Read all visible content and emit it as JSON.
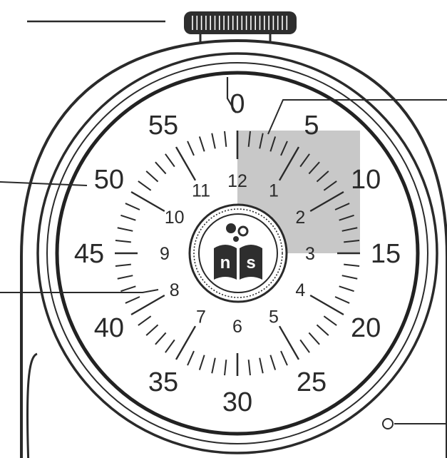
{
  "dial": {
    "minute_labels": [
      "0",
      "5",
      "10",
      "15",
      "20",
      "25",
      "30",
      "35",
      "40",
      "45",
      "50",
      "55"
    ],
    "hour_labels": [
      "12",
      "1",
      "2",
      "3",
      "4",
      "5",
      "6",
      "7",
      "8",
      "9",
      "10",
      "11"
    ],
    "elapsed_shading": {
      "from_minute": 0,
      "to_minute": 15,
      "color": "#c8c8c8"
    }
  },
  "logo": {
    "letters": [
      "n",
      "s"
    ],
    "color": "#2e2e2e"
  },
  "colors": {
    "line": "#2a2a2a",
    "background": "#ffffff"
  }
}
